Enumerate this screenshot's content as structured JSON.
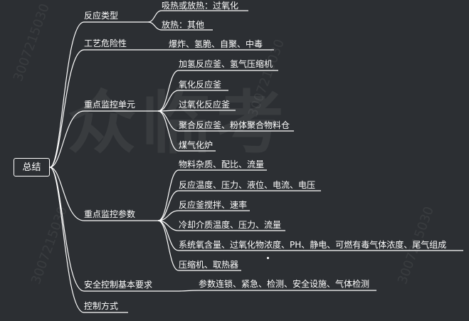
{
  "root": "总结",
  "branches": [
    {
      "label": "反应类型",
      "children": [
        "吸热或放热：过氧化",
        "放热：其他"
      ]
    },
    {
      "label": "工艺危险性",
      "children": [
        "爆炸、氢脆、自聚、中毒"
      ]
    },
    {
      "label": "重点监控单元",
      "children": [
        "加氢反应釜、氢气压缩机",
        "氧化反应釜",
        "过氧化反应釜",
        "聚合反应釜、粉体聚合物料仓",
        "煤气化炉"
      ]
    },
    {
      "label": "重点监控参数",
      "children": [
        "物料杂质、配比、流量",
        "反应温度、压力、液位、电流、电压",
        "反应釜搅拌、速率",
        "冷却介质温度、压力、流量",
        "系统氧含量、过氧化物浓度、PH、静电、可燃有毒气体浓度、尾气组成",
        "压缩机、取热器"
      ]
    },
    {
      "label": "安全控制基本要求",
      "children": [
        "参数连锁、紧急、检测、安全设施、气体检测"
      ]
    },
    {
      "label": "控制方式",
      "children": []
    }
  ],
  "watermark": {
    "text": "3007215030",
    "logo": "众临考"
  },
  "colors": {
    "background": "#2c2f33",
    "text": "#ffffff",
    "line": "#ffffff"
  }
}
